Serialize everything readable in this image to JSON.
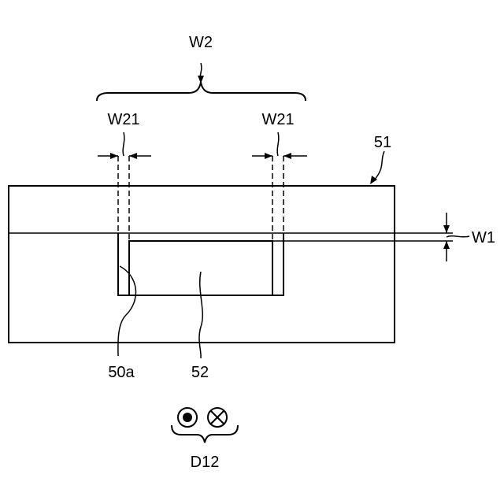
{
  "labels": {
    "w2": "W2",
    "w21_left": "W21",
    "w21_right": "W21",
    "ref_51": "51",
    "w1": "W1",
    "ref_50a": "50a",
    "ref_52": "52",
    "d12": "D12"
  },
  "symbols": {
    "out_of_page": "dot-in-circle-icon",
    "into_page": "cross-in-circle-icon"
  }
}
